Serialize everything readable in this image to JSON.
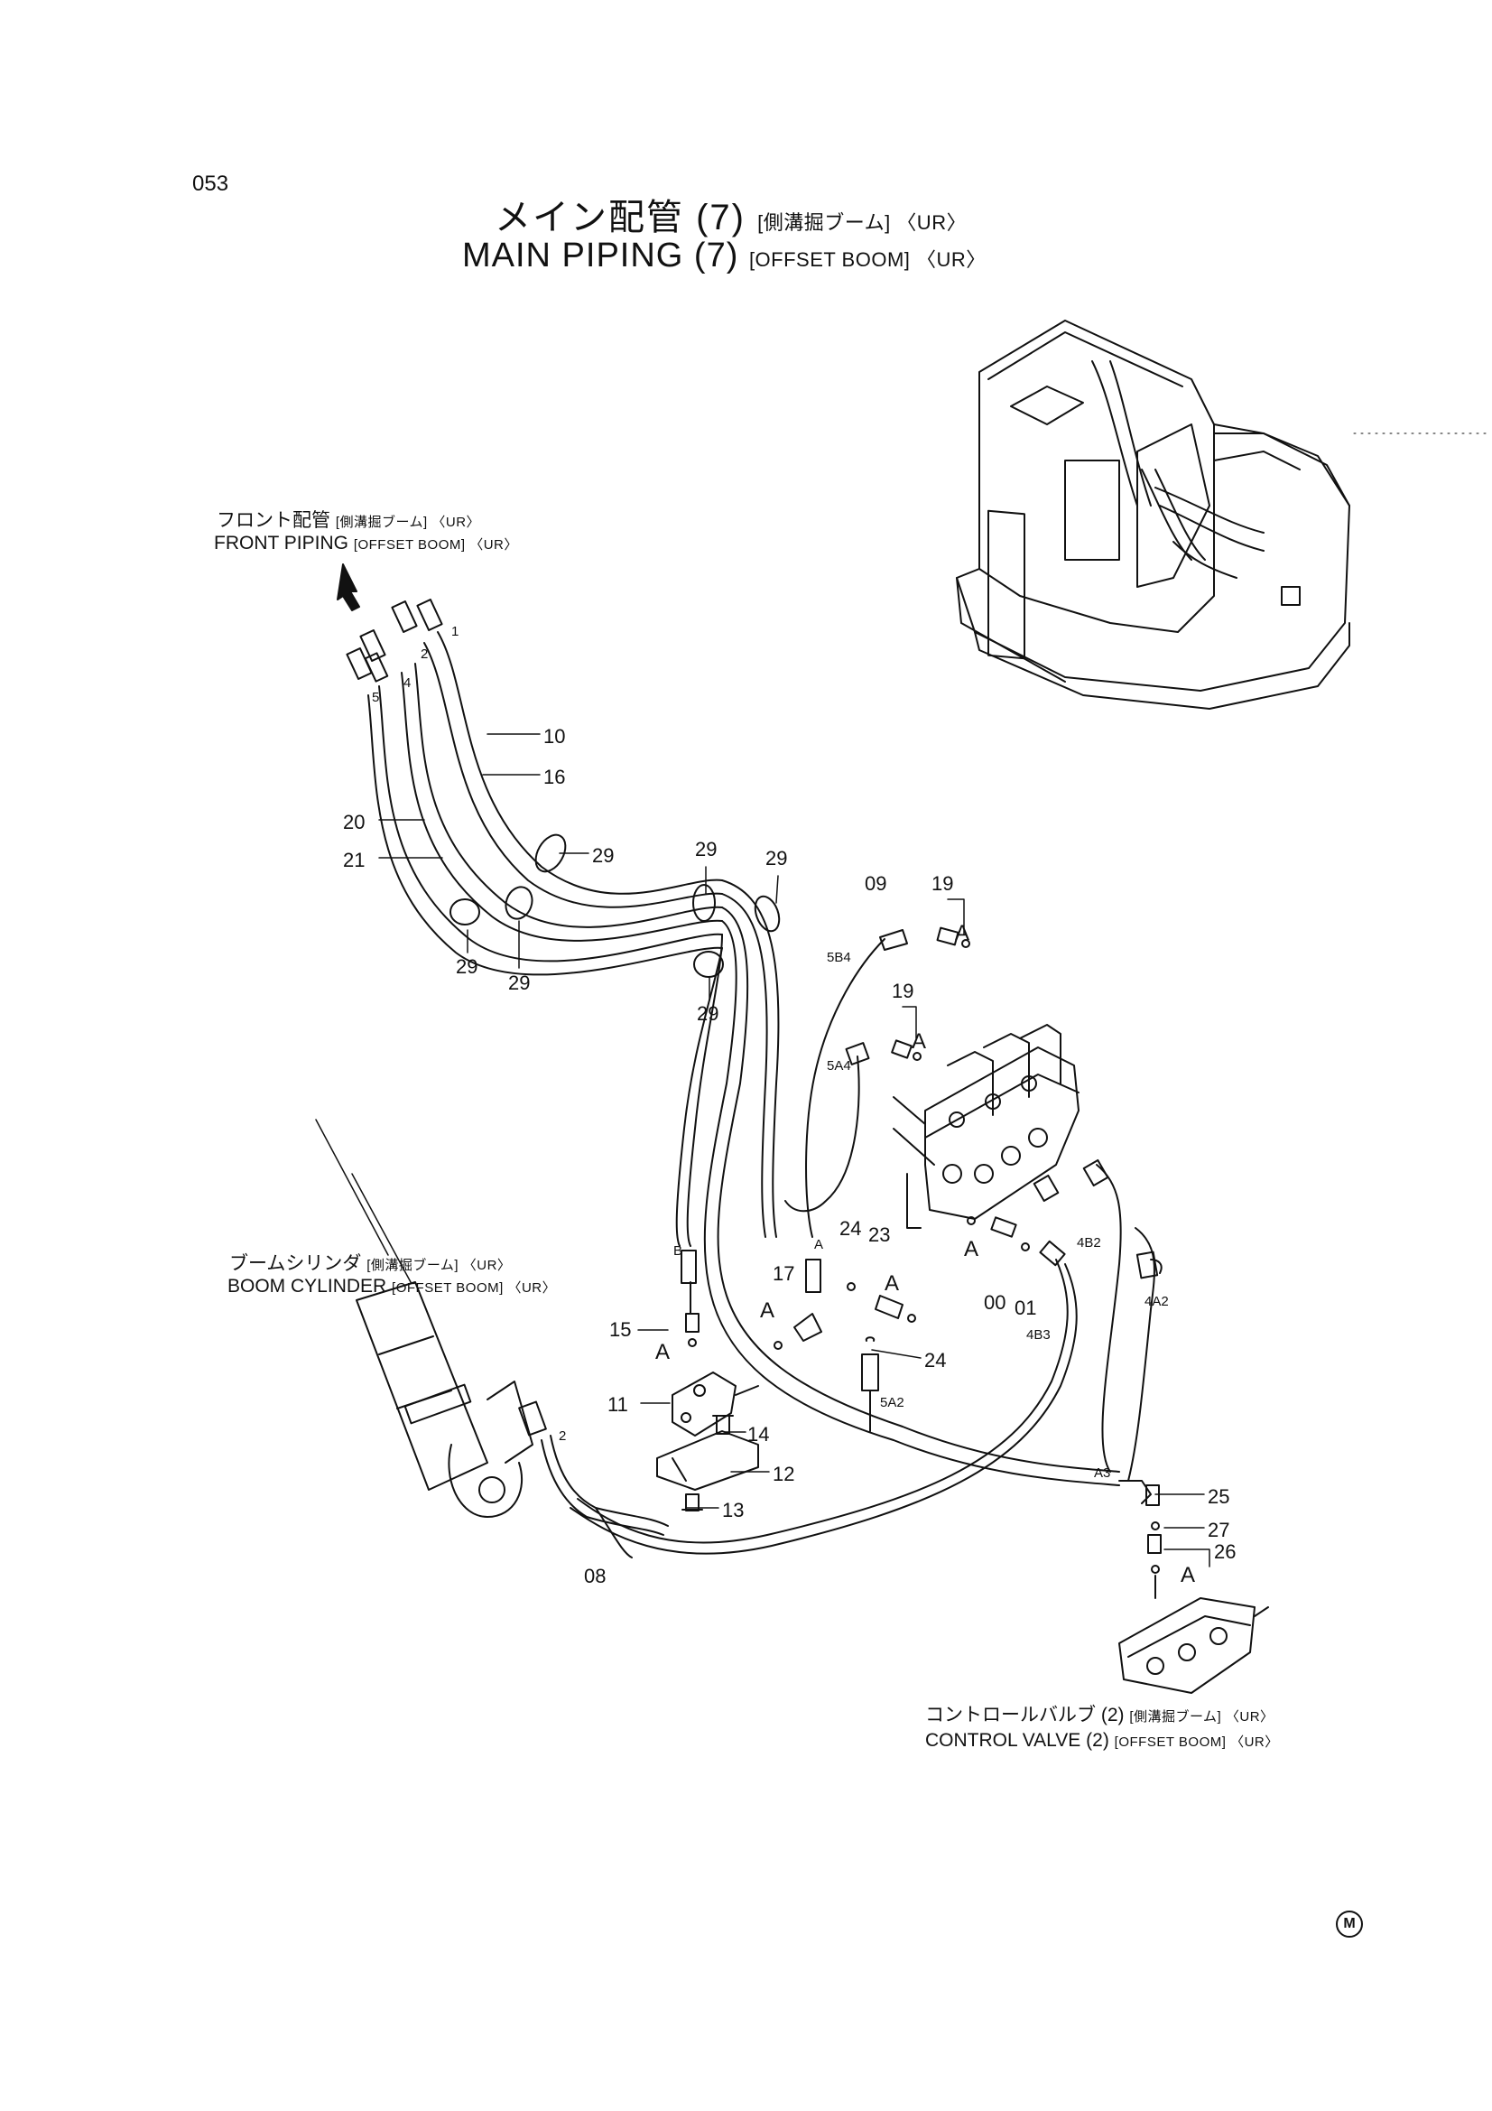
{
  "page_number": "053",
  "title": {
    "jp_main": "メイン配管 (7)",
    "jp_tag": "[側溝掘ブーム] 〈UR〉",
    "en_main": "MAIN PIPING (7)",
    "en_tag": "[OFFSET BOOM] 〈UR〉"
  },
  "labels": {
    "front_piping_jp": "フロント配管",
    "front_piping_jp_tag": "[側溝掘ブーム] 〈UR〉",
    "front_piping_en": "FRONT PIPING",
    "front_piping_en_tag": "[OFFSET BOOM] 〈UR〉",
    "boom_cylinder_jp": "ブームシリンダ",
    "boom_cylinder_jp_tag": "[側溝掘ブーム] 〈UR〉",
    "boom_cylinder_en": "BOOM CYLINDER",
    "boom_cylinder_en_tag": "[OFFSET BOOM] 〈UR〉",
    "control_valve_jp": "コントロールバルブ (2)",
    "control_valve_jp_tag": "[側溝掘ブーム] 〈UR〉",
    "control_valve_en": "CONTROL VALVE (2)",
    "control_valve_en_tag": "[OFFSET BOOM] 〈UR〉"
  },
  "callouts": {
    "c10": "10",
    "c16": "16",
    "c20": "20",
    "c21": "21",
    "c29a": "29",
    "c29b": "29",
    "c29c": "29",
    "c29d": "29",
    "c29e": "29",
    "c29f": "29",
    "c09": "09",
    "c19a": "19",
    "c19b": "19",
    "c24a": "24",
    "c23": "23",
    "c24b": "24",
    "c17": "17",
    "c15": "15",
    "c11": "11",
    "c14": "14",
    "c12": "12",
    "c13": "13",
    "c08": "08",
    "c00": "00",
    "c01": "01",
    "c25": "25",
    "c27": "27",
    "c26": "26"
  },
  "hose_ends": {
    "h1": "1",
    "h2": "2",
    "h4": "4",
    "h5": "5",
    "h2b": "2"
  },
  "ports": {
    "p5B4": "5B4",
    "p5A4": "5A4",
    "pB": "B",
    "pA": "A",
    "p5A2": "5A2",
    "p4B2": "4B2",
    "p4A2": "4A2",
    "p4B3": "4B3",
    "pA3": "A3"
  },
  "group_marks": {
    "a1": "A",
    "a2": "A",
    "a3": "A",
    "a4": "A",
    "a5": "A",
    "a6": "A",
    "a7": "A"
  },
  "footer_mark": "M"
}
